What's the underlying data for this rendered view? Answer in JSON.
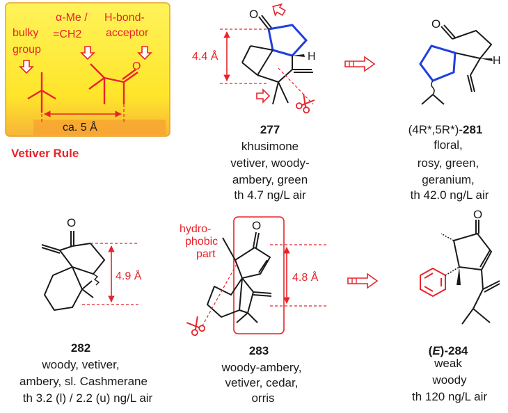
{
  "colors": {
    "accent_red": "#e8232a",
    "ring_blue": "#1f3fe0",
    "box_yellow": "#ffee33",
    "box_orange": "#f7a531",
    "bond_black": "#1a1a1a"
  },
  "rule_box": {
    "alpha_label": "α-Me /",
    "ch2_label": "=CH2",
    "hbond_line1": "H-bond-",
    "hbond_line2": "acceptor",
    "bulky_line1": "bulky",
    "bulky_line2": "group",
    "distance": "ca. 5 Å",
    "oxygen": "O",
    "title": "Vetiver Rule"
  },
  "molecules": {
    "m277": {
      "distance": "4.4 Å",
      "oxygen": "O",
      "hydrogen": "H",
      "compound": "277",
      "lines": [
        "khusimone",
        "vetiver, woody-",
        "ambery, green",
        "th 4.7 ng/L air"
      ]
    },
    "m281": {
      "oxygen": "O",
      "hydrogen": "H",
      "prefix": "(4R*,5R*)-",
      "compound": "281",
      "lines": [
        "floral,",
        "rosy, green,",
        "geranium,",
        "th 42.0 ng/L air"
      ]
    },
    "m282": {
      "oxygen": "O",
      "distance": "4.9 Å",
      "compound": "282",
      "lines": [
        "woody, vetiver,",
        "ambery, sl. Cashmerane",
        "th 3.2 (l) / 2.2 (u) ng/L air"
      ]
    },
    "m283": {
      "oxygen": "O",
      "hydrophobic_lines": [
        "hydro-",
        "phobic",
        "part"
      ],
      "distance": "4.8 Å",
      "compound": "283",
      "lines": [
        "woody-ambery,",
        "vetiver, cedar,",
        "orris"
      ]
    },
    "m284": {
      "oxygen": "O",
      "prefix_open": "(",
      "prefix_e": "E",
      "prefix_close": ")-",
      "compound": "284",
      "lines": [
        "weak",
        "woody",
        "th 120 ng/L air"
      ]
    }
  }
}
